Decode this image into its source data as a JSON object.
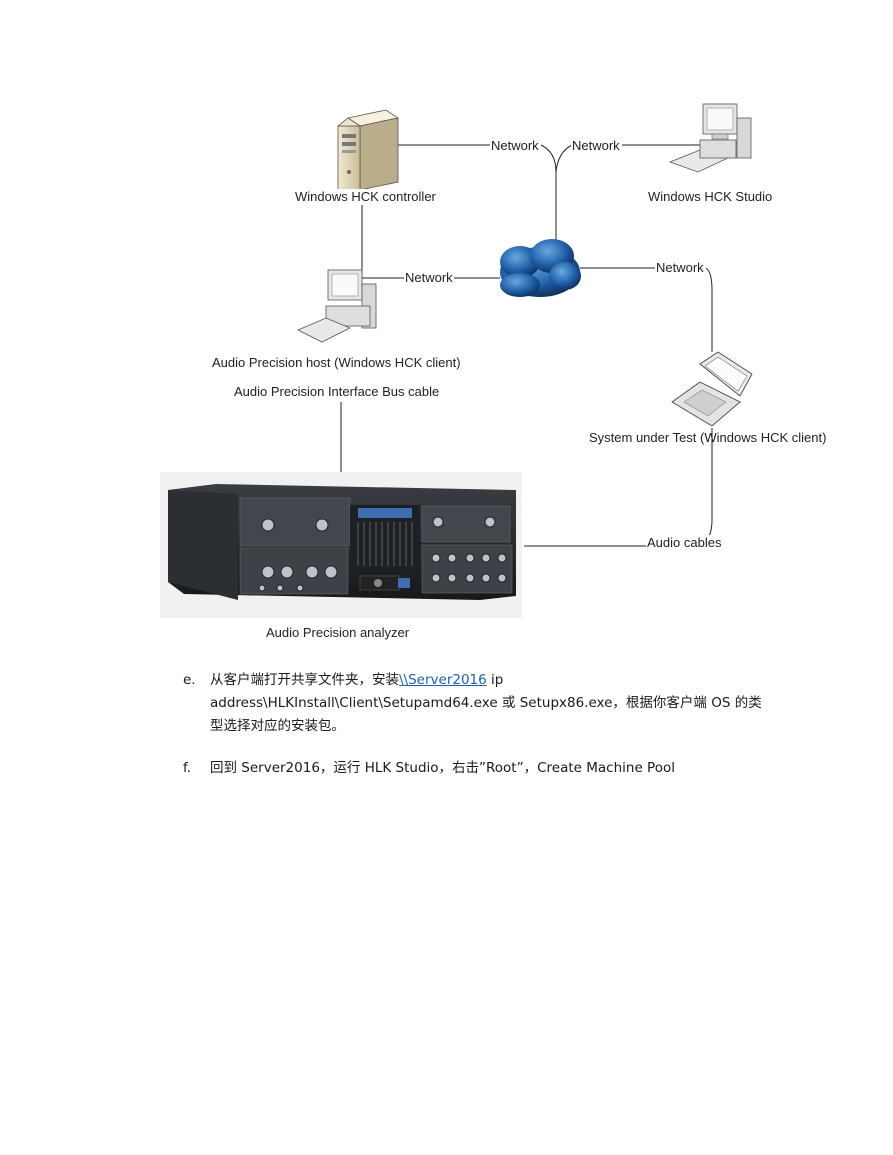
{
  "diagram": {
    "labels": {
      "controller": "Windows HCK controller",
      "studio": "Windows HCK Studio",
      "ap_host": "Audio Precision host (Windows HCK client)",
      "ap_bus": "Audio Precision Interface Bus cable",
      "sut": "System under Test (Windows HCK client)",
      "audio_cables": "Audio cables",
      "analyzer": "Audio Precision analyzer",
      "network": "Network"
    }
  },
  "steps": [
    {
      "marker": "e.",
      "text_before_link": "从客户端打开共享文件夹，安装",
      "link": "\\\\Server2016",
      "text_after_link": " ip",
      "line2": "address\\HLKInstall\\Client\\Setupamd64.exe 或 Setupx86.exe，根据你客户端 OS 的类",
      "line3": "型选择对应的安装包。"
    },
    {
      "marker": "f.",
      "text": "回到 Server2016，运行 HLK Studio，右击”Root”，Create Machine Pool"
    }
  ]
}
